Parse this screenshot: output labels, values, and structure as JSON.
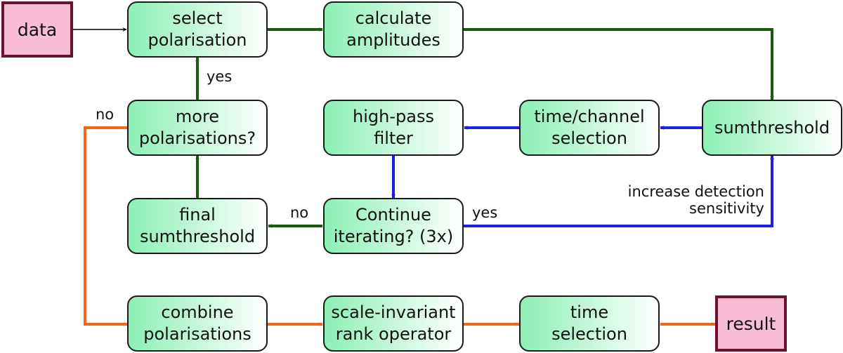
{
  "colors": {
    "main_flow": "#1d5a13",
    "iteration_flow": "#1f1fe6",
    "exit_flow": "#f0661a",
    "input_arrow": "#000000",
    "node_border": "#1a1a1a",
    "terminal_border": "#6b1030",
    "terminal_fill": "#f8bcd4",
    "node_gradient_start": "#8cf0b6"
  },
  "terminals": {
    "data": "data",
    "result": "result"
  },
  "nodes": {
    "select_polarisation": "select\npolarisation",
    "calculate_amplitudes": "calculate\namplitudes",
    "more_polarisations": "more\npolarisations?",
    "high_pass_filter": "high-pass\nfilter",
    "time_channel_selection": "time/channel\nselection",
    "sumthreshold": "sumthreshold",
    "final_sumthreshold": "final\nsumthreshold",
    "continue_iterating": "Continue\niterating? (3x)",
    "combine_polarisations": "combine\npolarisations",
    "rank_operator": "scale-invariant\nrank operator",
    "time_selection": "time\nselection"
  },
  "labels": {
    "yes_more": "yes",
    "no_more": "no",
    "no_continue": "no",
    "yes_continue": "yes",
    "increase_sensitivity": "increase detection\nsensitivity"
  }
}
